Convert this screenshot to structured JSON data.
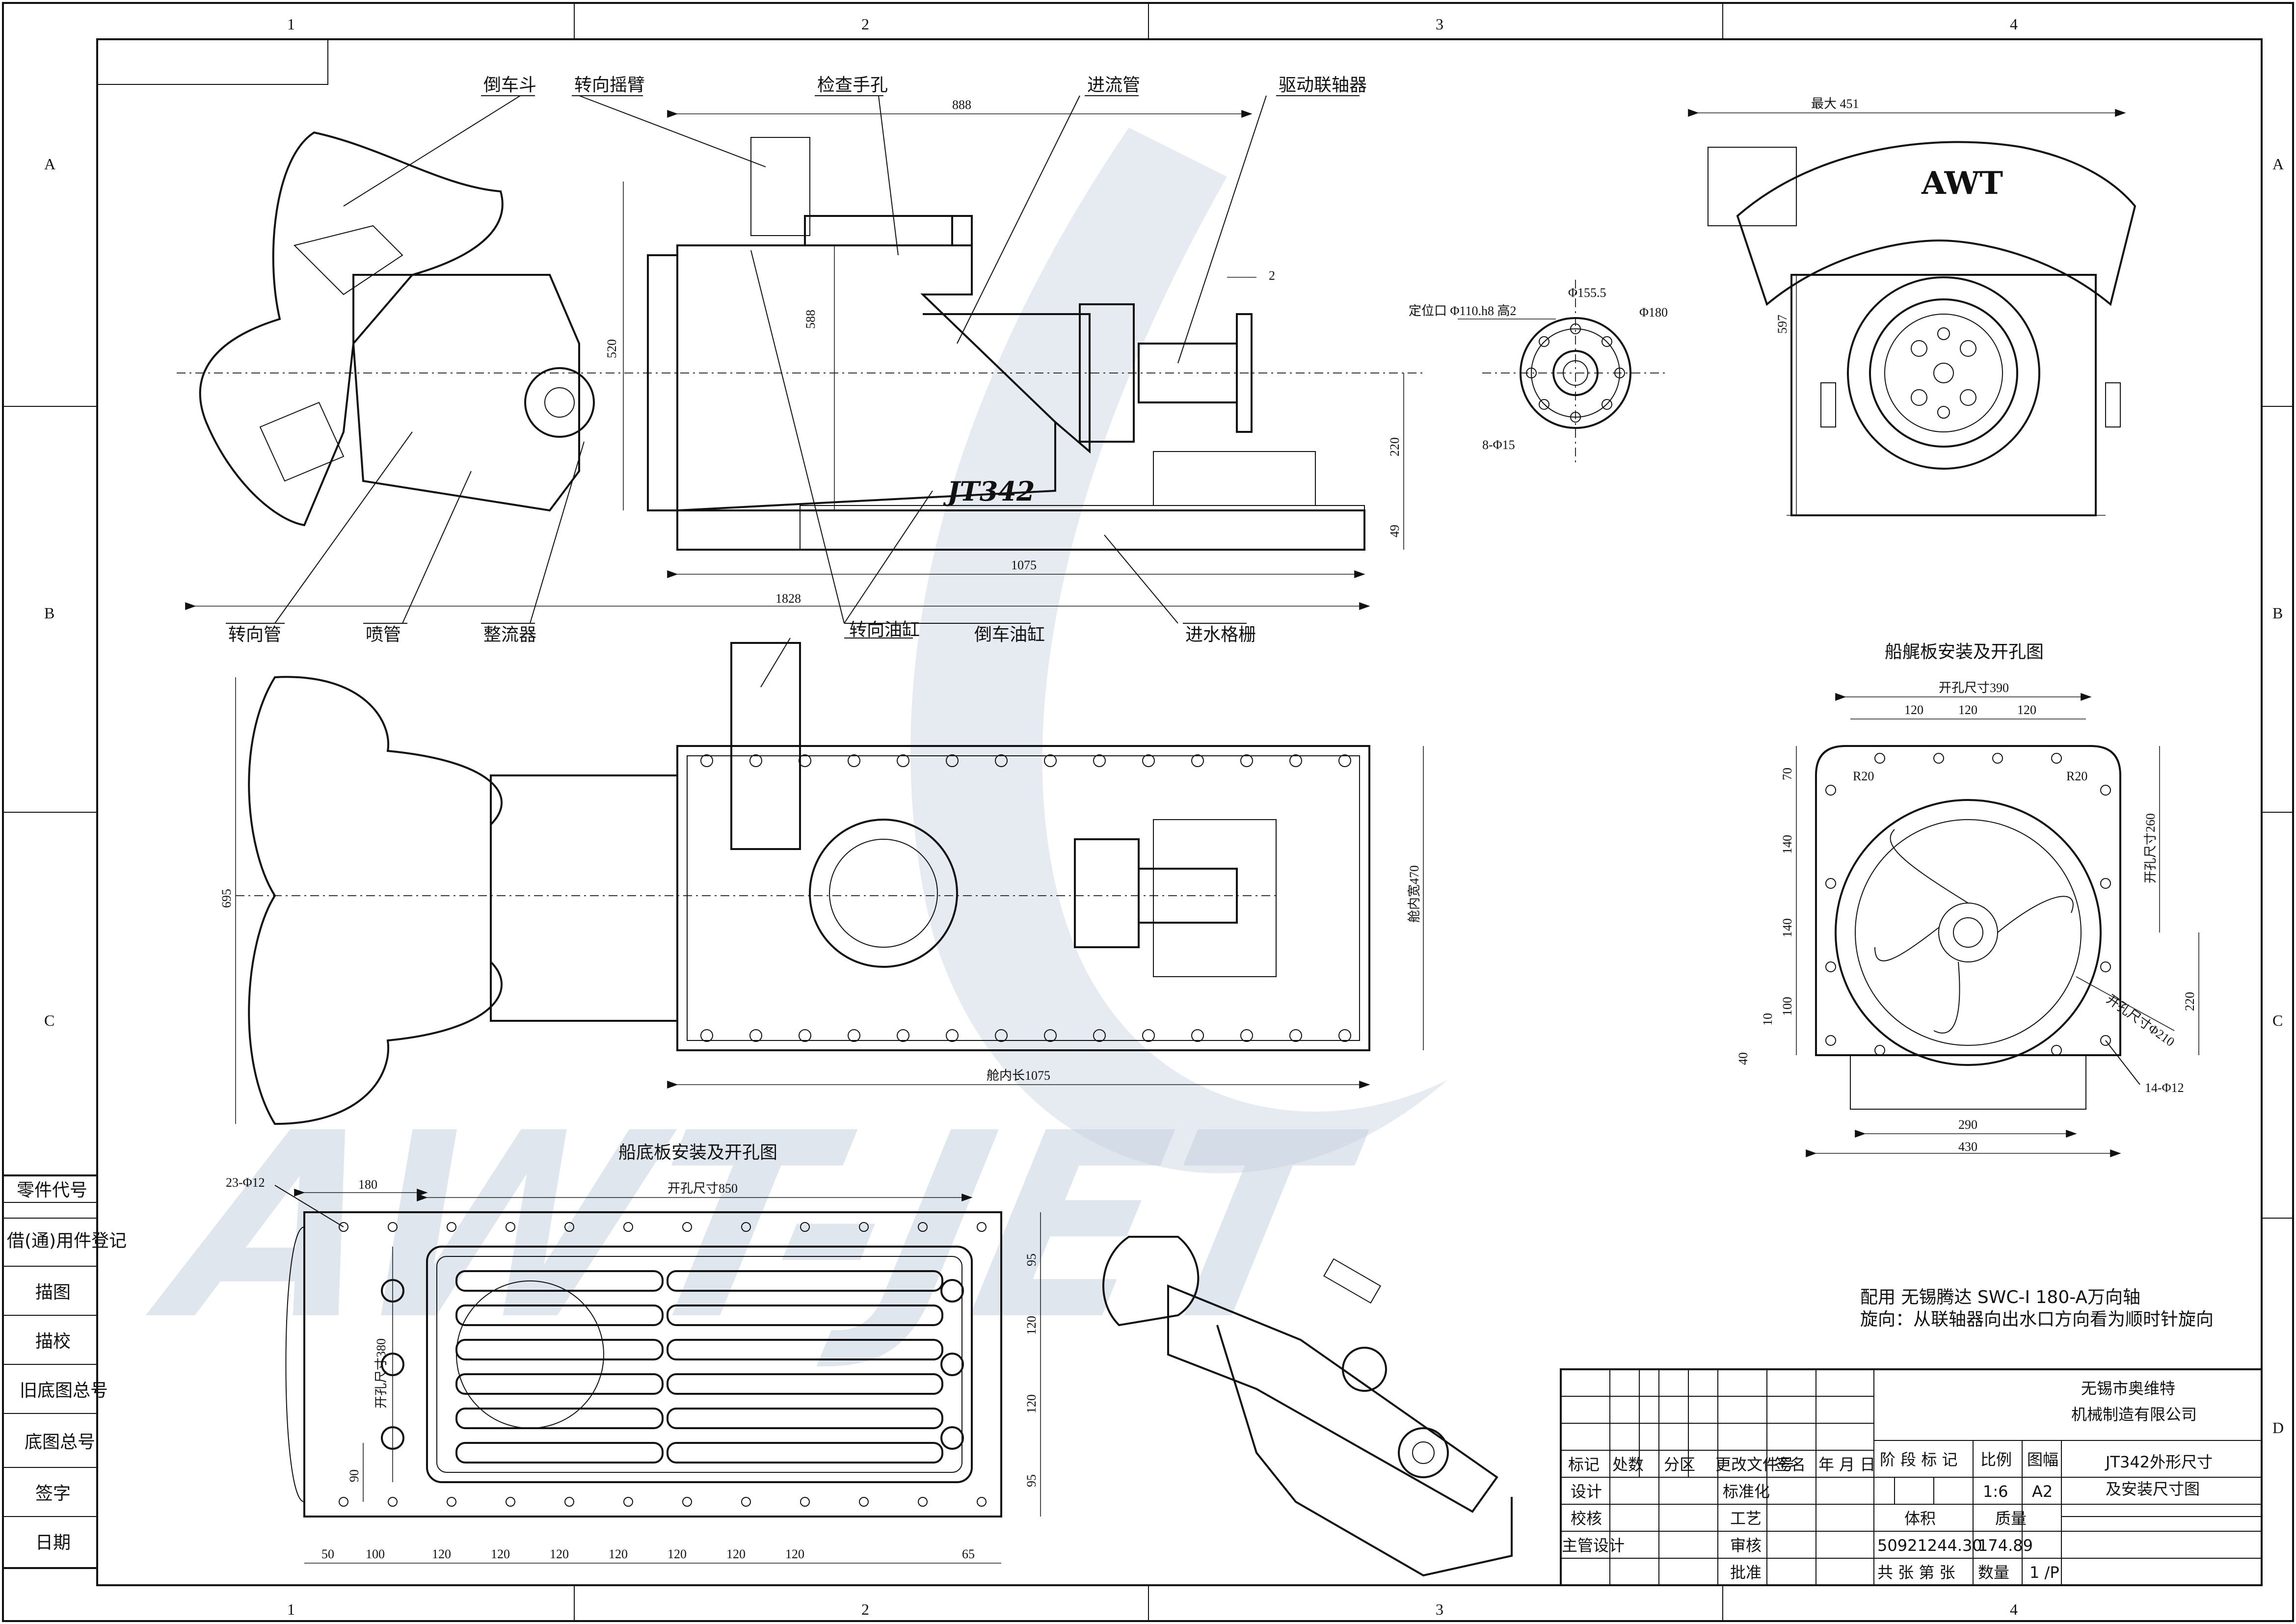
{
  "zones": {
    "cols": [
      "1",
      "2",
      "3",
      "4"
    ],
    "rows": [
      "A",
      "B",
      "C",
      "D"
    ]
  },
  "watermark": "AWT-JET",
  "callouts": {
    "reverse_bucket": "倒车斗",
    "steering_arm": "转向摇臂",
    "inspection_hole": "检查手孔",
    "intake_duct": "进流管",
    "drive_coupling": "驱动联轴器",
    "steering_tube": "转向管",
    "nozzle": "喷管",
    "stator": "整流器",
    "steering_cylinder": "转向油缸",
    "reverse_cylinder": "倒车油缸",
    "intake_grille": "进水格栅"
  },
  "side_view": {
    "model_mark": "JT342",
    "dims": {
      "d888": "888",
      "d588": "588",
      "d520": "520",
      "d220": "220",
      "d49": "49",
      "d1075": "1075",
      "d1828": "1828",
      "d2": "2"
    }
  },
  "flange_view": {
    "dims": {
      "locator": "定位口 Φ110.h8 高2",
      "pcd": "Φ155.5",
      "outer": "Φ180",
      "holes": "8-Φ15"
    }
  },
  "front_view": {
    "logo": "AWT",
    "dims": {
      "max_width": "最大 451",
      "h597": "597"
    }
  },
  "plan_view": {
    "dims": {
      "d695": "695",
      "inner_width": "舱内宽470",
      "inner_length": "舱内长1075"
    }
  },
  "transom": {
    "title": "船艉板安装及开孔图",
    "dims": {
      "cut_width": "开孔尺寸390",
      "seg1": "120",
      "seg2": "120",
      "seg3": "120",
      "r20a": "R20",
      "r20b": "R20",
      "d70": "70",
      "d140a": "140",
      "d140b": "140",
      "d100": "100",
      "d10": "10",
      "d40": "40",
      "cut_height": "开孔尺寸260",
      "bolt_circle": "开孔尺寸Φ210",
      "d220": "220",
      "holes": "14-Φ12",
      "w290": "290",
      "w430": "430"
    }
  },
  "bottom": {
    "title": "船底板安装及开孔图",
    "dims": {
      "holes": "23-Φ12",
      "d180": "180",
      "cut_length": "开孔尺寸850",
      "cut_width": "开孔尺寸380",
      "d90": "90",
      "v95a": "95",
      "v120a": "120",
      "v120b": "120",
      "v95b": "95",
      "bot": [
        "50",
        "100",
        "120",
        "120",
        "120",
        "120",
        "120",
        "120",
        "120",
        "65"
      ]
    }
  },
  "notes": {
    "line1": "配用 无锡腾达 SWC-I 180-A万向轴",
    "line2": "旋向：从联轴器向出水口方向看为顺时针旋向"
  },
  "left_strip": [
    "零件代号",
    "借(通)用件登记",
    "描图",
    "描校",
    "旧底图总号",
    "底图总号",
    "签字",
    "日期"
  ],
  "title_block": {
    "company_line1": "无锡市奥维特",
    "company_line2": "机械制造有限公司",
    "drawing_title1": "JT342外形尺寸",
    "drawing_title2": "及安装尺寸图",
    "rev_headers": [
      "标记",
      "处数",
      "分区",
      "更改文件号",
      "签名",
      "年 月 日"
    ],
    "sign_rows": [
      "设计",
      "校核",
      "主管设计"
    ],
    "std": [
      "标准化",
      "工艺",
      "审核",
      "批准"
    ],
    "stage": "阶 段 标 记",
    "scale_label": "比例",
    "sheet_label": "图幅",
    "scale": "1:6",
    "sheet": "A2",
    "volume_label": "体积",
    "mass_label": "质量",
    "volume": "50921244.30",
    "mass": "174.89",
    "pages": "共   张 第   张",
    "qty_label": "数量",
    "qty": "1 /P"
  }
}
